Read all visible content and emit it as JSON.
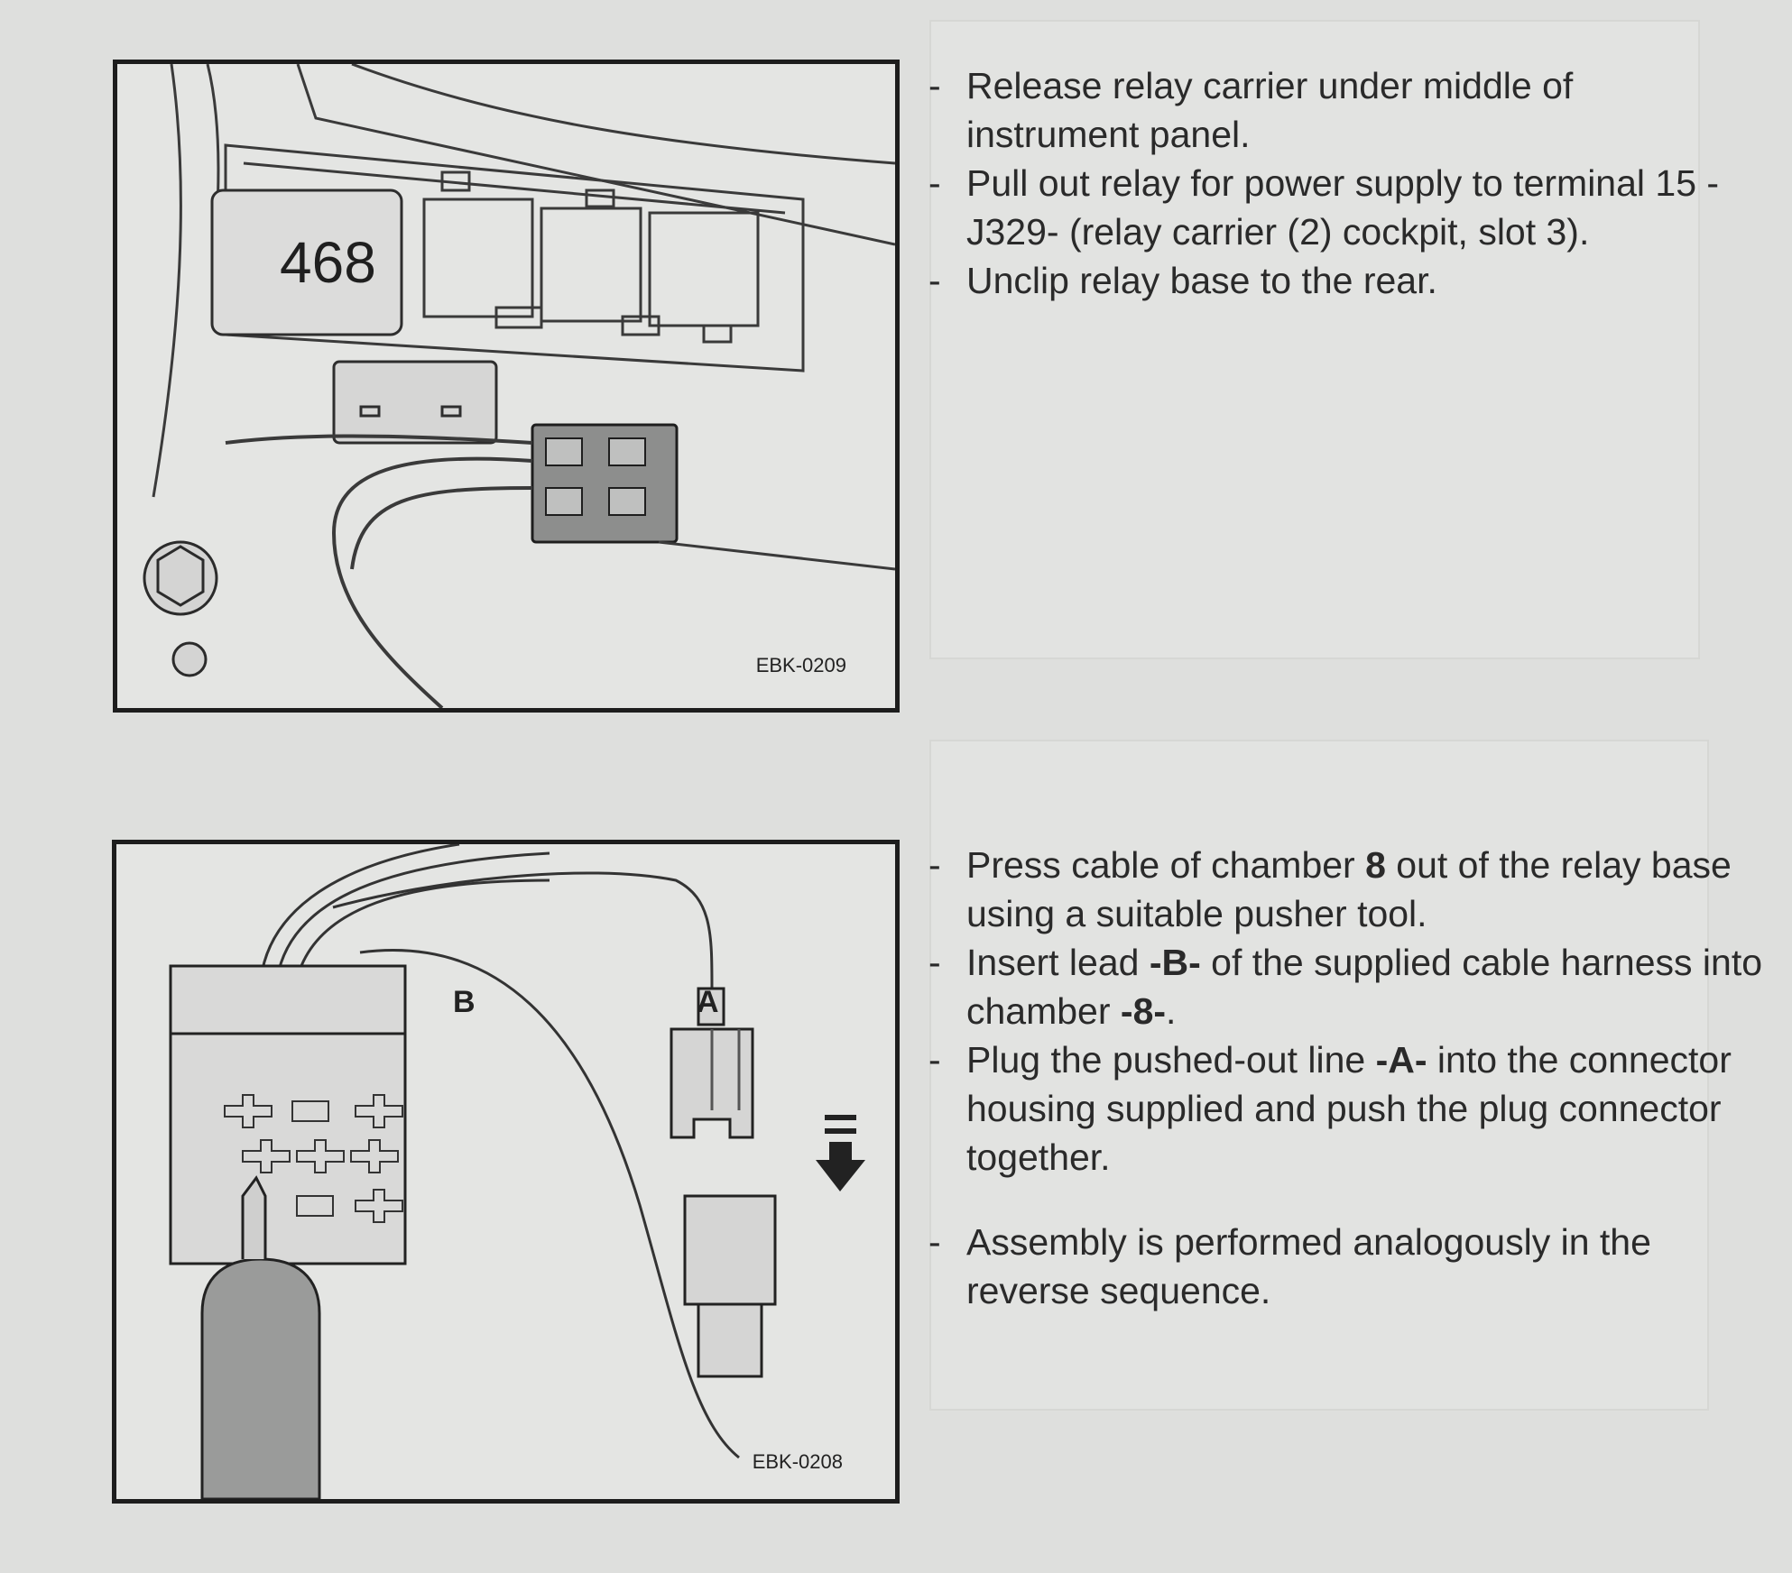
{
  "figure1": {
    "code": "EBK-0209",
    "relay_label": "468"
  },
  "figure2": {
    "code": "EBK-0208",
    "callout_a": "A",
    "callout_b": "B"
  },
  "section1": {
    "steps": [
      "Release relay carrier under middle of instrument panel.",
      "Pull out relay for power supply to terminal 15 -J329- (relay carrier (2) cockpit, slot 3).",
      "Unclip relay base to the rear."
    ]
  },
  "section2": {
    "step1": {
      "pre": "Press cable of chamber ",
      "bold": "8",
      "post": " out of the relay base using a suitable pusher tool."
    },
    "step2": {
      "pre": "Insert lead ",
      "bold": "-B-",
      "mid": " of the supplied cable harness into chamber ",
      "bold2": "-8-",
      "post": "."
    },
    "step3": {
      "pre": "Plug the pushed-out line ",
      "bold": "-A-",
      "post": " into the connector housing supplied and push the plug connector together."
    },
    "step4": "Assembly is performed analogously in the reverse sequence."
  },
  "bullet": "-"
}
